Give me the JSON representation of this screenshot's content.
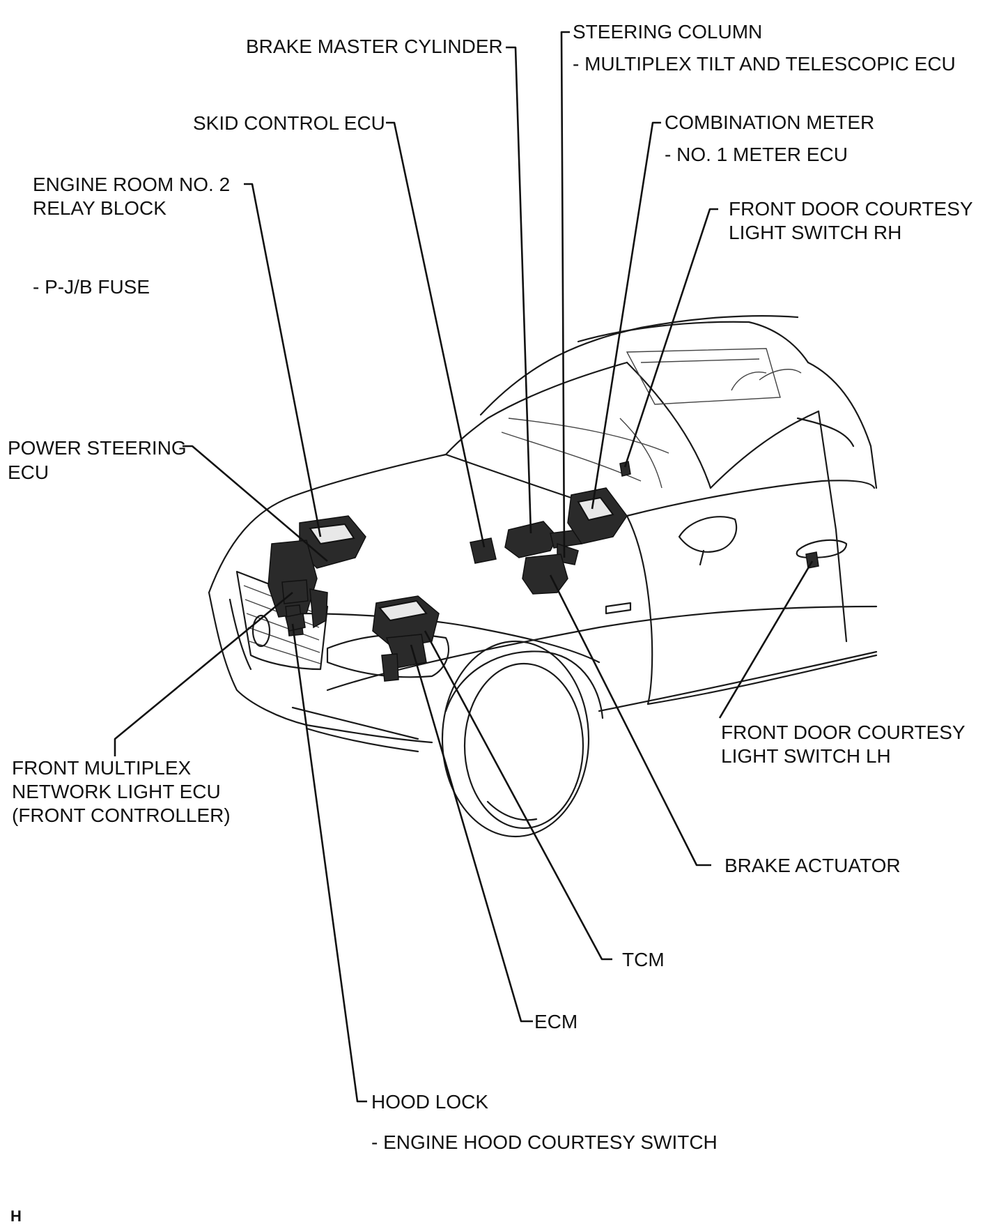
{
  "labels": {
    "brake_master_cylinder": "BRAKE MASTER CYLINDER",
    "steering_column": "STEERING COLUMN",
    "steering_column_sub": "- MULTIPLEX TILT AND TELESCOPIC ECU",
    "skid_control_ecu": "SKID CONTROL ECU",
    "combination_meter": "COMBINATION METER",
    "combination_meter_sub": "- NO. 1 METER ECU",
    "engine_room_relay_block_line1": "ENGINE ROOM NO. 2",
    "engine_room_relay_block_line2": "RELAY BLOCK",
    "engine_room_relay_block_sub": "- P-J/B FUSE",
    "front_door_courtesy_rh_line1": "FRONT DOOR COURTESY",
    "front_door_courtesy_rh_line2": "LIGHT SWITCH RH",
    "power_steering_ecu_line1": "POWER STEERING",
    "power_steering_ecu_line2": "ECU",
    "front_door_courtesy_lh_line1": "FRONT DOOR COURTESY",
    "front_door_courtesy_lh_line2": "LIGHT SWITCH LH",
    "front_multiplex_line1": "FRONT MULTIPLEX",
    "front_multiplex_line2": "NETWORK LIGHT ECU",
    "front_multiplex_line3": "(FRONT CONTROLLER)",
    "brake_actuator": "BRAKE ACTUATOR",
    "tcm": "TCM",
    "ecm": "ECM",
    "hood_lock": "HOOD LOCK",
    "hood_lock_sub": "- ENGINE HOOD COURTESY SWITCH"
  },
  "corner_mark": "H"
}
